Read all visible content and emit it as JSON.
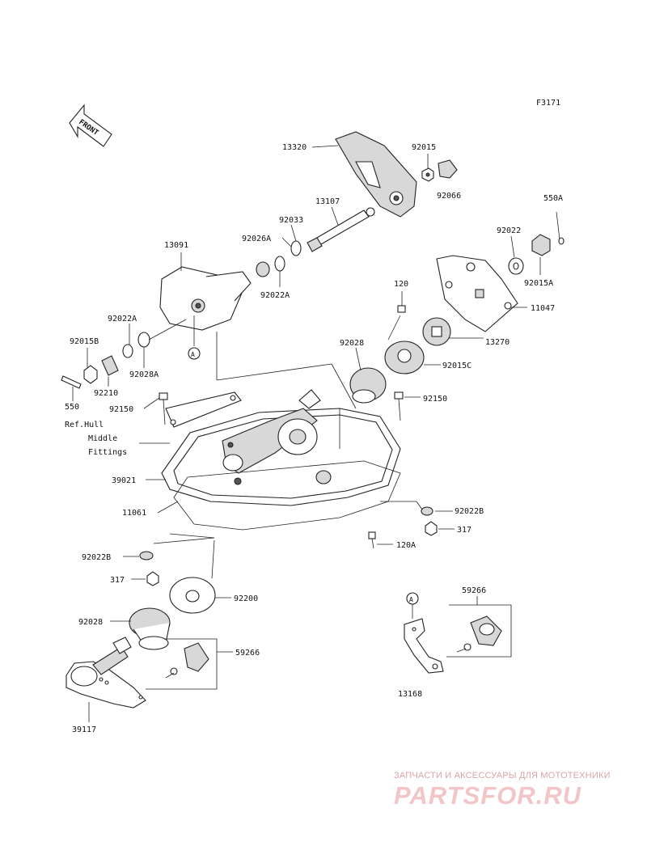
{
  "figure_code": "F3171",
  "front_label": "FRONT",
  "ref_note": {
    "line1": "Ref.Hull",
    "line2": "Middle",
    "line3": "Fittings"
  },
  "callouts": {
    "p13320": "13320",
    "p92015": "92015",
    "p92066": "92066",
    "p13107": "13107",
    "p92033": "92033",
    "p92026A": "92026A",
    "p92022A_top": "92022A",
    "p13091": "13091",
    "p550A": "550A",
    "p92022": "92022",
    "p92015A": "92015A",
    "p11047": "11047",
    "p120": "120",
    "p13270": "13270",
    "p92028_mid": "92028",
    "p92015C": "92015C",
    "p92022A_left": "92022A",
    "p92015B": "92015B",
    "p92028A": "92028A",
    "p92210": "92210",
    "p550": "550",
    "p92150_left": "92150",
    "p92150_right": "92150",
    "p39021": "39021",
    "p11061": "11061",
    "p92022B_right": "92022B",
    "p317_right": "317",
    "p120A": "120A",
    "p92022B_left": "92022B",
    "p317_left": "317",
    "p92200": "92200",
    "p92028_bottom": "92028",
    "p59266_bottom": "59266",
    "p39117": "39117",
    "p59266_right": "59266",
    "p13168": "13168",
    "markerA1": "A",
    "markerA2": "A"
  },
  "watermark": {
    "tagline": "ЗАПЧАСТИ И АКСЕССУАРЫ ДЛЯ МОТОТЕХНИКИ",
    "logo": "PARTSFOR.RU"
  },
  "colors": {
    "line": "#222222",
    "watermark_text": "#d9a5a5",
    "watermark_logo": "#f2c6c6"
  }
}
